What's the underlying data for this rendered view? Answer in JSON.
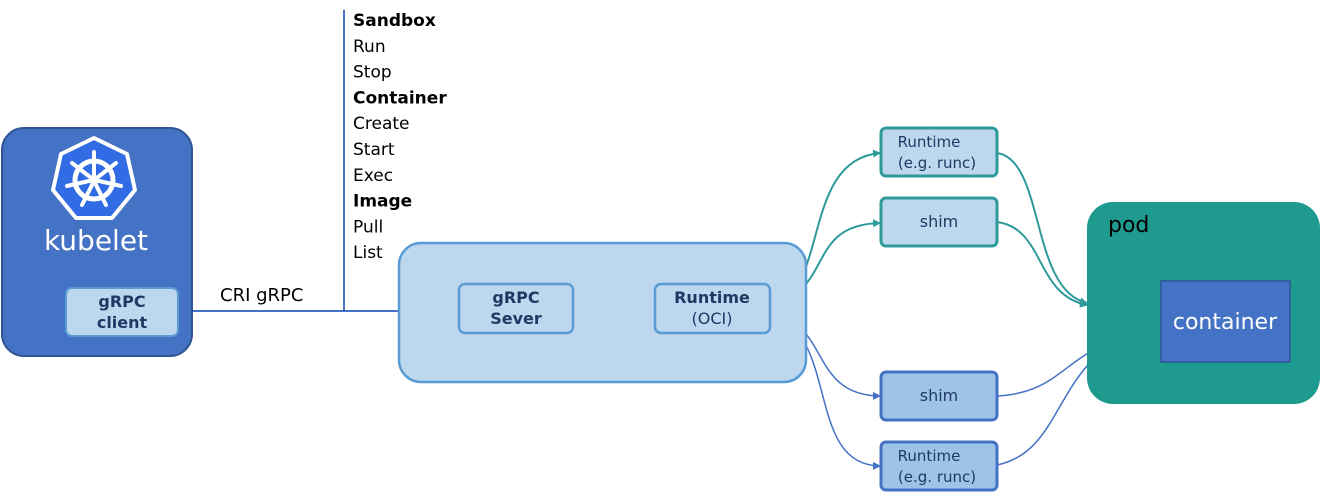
{
  "kubelet": {
    "label": "kubelet",
    "client_line1": "gRPC",
    "client_line2": "client"
  },
  "connection": {
    "label": "CRI gRPC"
  },
  "api_list": [
    {
      "text": "Sandbox",
      "bold": true
    },
    {
      "text": "Run",
      "bold": false
    },
    {
      "text": "Stop",
      "bold": false
    },
    {
      "text": "Container",
      "bold": true
    },
    {
      "text": "Create",
      "bold": false
    },
    {
      "text": "Start",
      "bold": false
    },
    {
      "text": "Exec",
      "bold": false
    },
    {
      "text": "Image",
      "bold": true
    },
    {
      "text": "Pull",
      "bold": false
    },
    {
      "text": "List",
      "bold": false
    }
  ],
  "server": {
    "grpc_line1": "gRPC",
    "grpc_line2": "Sever",
    "runtime_line1": "Runtime",
    "runtime_line2": "(OCI)"
  },
  "teal_group": {
    "runtime_line1": "Runtime",
    "runtime_line2": "(e.g. runc)",
    "shim": "shim"
  },
  "blue_group": {
    "shim": "shim",
    "runtime_line1": "Runtime",
    "runtime_line2": "(e.g. runc)"
  },
  "pod": {
    "label": "pod",
    "container": "container"
  },
  "colors": {
    "kubelet_bg": "#4472c4",
    "kubelet_border": "#2f5597",
    "light_box": "#bdd7ee",
    "box_border": "#5b9bd5",
    "teal": "#2e9a9a",
    "teal_border": "#2e8b8b",
    "pod_bg": "#1f9a8f",
    "container_bg": "#4472c4",
    "text_dark": "#1f3864",
    "line_blue": "#4472c4"
  }
}
